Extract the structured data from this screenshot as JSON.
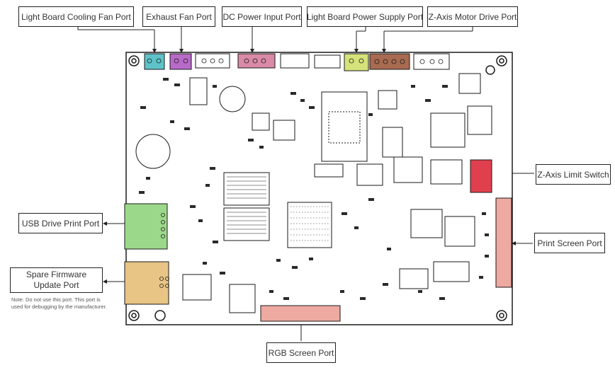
{
  "ports": {
    "light_board_fan": "Light Board Cooling Fan Port",
    "exhaust_fan": "Exhaust Fan Port",
    "dc_power": "DC Power Input Port",
    "light_board_power": "Light Board Power Supply Port",
    "z_motor": "Z-Axis Motor Drive Port",
    "z_limit": "Z-Axis Limit Switch",
    "usb_print": "USB Drive Print Port",
    "print_screen": "Print Screen Port",
    "spare_firmware": "Spare Firmware Update Port",
    "rgb_screen": "RGB Screen Port"
  },
  "note": "Note: Do not use this port. This port is used for debugging by the manufacturer.",
  "colors": {
    "light_board_fan": "#5ec3c8",
    "exhaust_fan": "#b86ac8",
    "dc_power": "#d88aa6",
    "light_board_power": "#d6e27a",
    "z_motor": "#a86a50",
    "z_limit": "#e0404e",
    "usb_print": "#9cd88a",
    "print_screen": "#eea9a0",
    "spare_firmware": "#e8c485",
    "rgb_screen": "#eea9a0",
    "board": "#ffffff",
    "outline": "#1a1a1a"
  }
}
